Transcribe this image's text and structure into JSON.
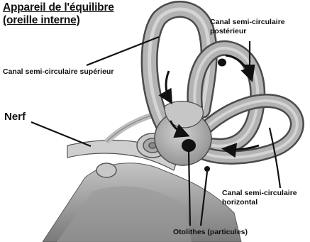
{
  "title": {
    "line1": "Appareil de l'équilibre",
    "line2": "(oreille interne)"
  },
  "labels": {
    "canal_superieur": "Canal semi-circulaire supérieur",
    "canal_posterieur_line1": "Canal semi-circulaire",
    "canal_posterieur_line2": "postérieur",
    "nerf": "Nerf",
    "canal_horizontal_line1": "Canal semi-circulaire",
    "canal_horizontal_line2": "horizontal",
    "otolithes": "Otolithes (particules)"
  },
  "colors": {
    "background": "#ffffff",
    "canal_fill": "#b3b3b3",
    "canal_outline": "#4a4a4a",
    "leader_line": "#111111",
    "otolith": "#111111"
  }
}
